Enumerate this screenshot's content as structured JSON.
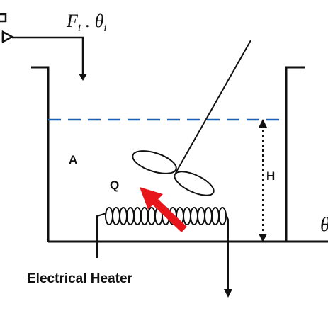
{
  "labels": {
    "inflow": "F",
    "inflow_sub": "i",
    "inflow_sep": " . ",
    "theta": "θ",
    "theta_sub": "i",
    "area": "A",
    "heat": "Q",
    "height": "H",
    "outflow_theta": "θ",
    "heater": "Electrical Heater"
  },
  "colors": {
    "line": "#111111",
    "water_level": "#1f5fb0",
    "heat_arrow": "#e8151b"
  },
  "icons": {
    "valve": "valve-icon",
    "stirrer": "stirrer-icon",
    "heater_coil": "coil-icon",
    "heat_arrow": "arrow-icon"
  }
}
